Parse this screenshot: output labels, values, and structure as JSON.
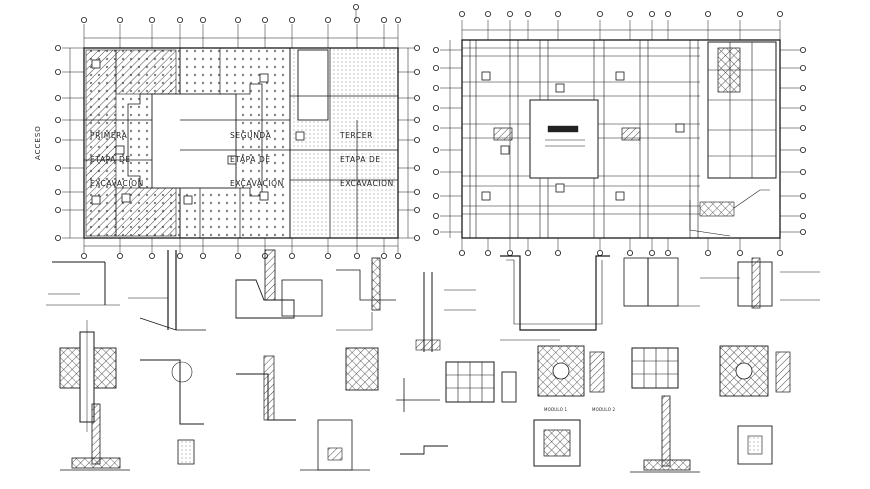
{
  "plan_left": {
    "access_label": "ACCESO",
    "stages": [
      {
        "line1": "PRIMERA",
        "line2": "ETAPA DE",
        "line3": "EXCAVACION"
      },
      {
        "line1": "SEGUNDA",
        "line2": "ETAPA DE",
        "line3": "EXCAVACION"
      },
      {
        "line1": "TERCER",
        "line2": "ETAPA DE",
        "line3": "EXCAVACION"
      }
    ]
  },
  "details": {
    "modulo_1": "MODULO 1",
    "modulo_2": "MODULO 2"
  },
  "colors": {
    "line": "#1a1a1a",
    "hatch": "#333333",
    "background": "#ffffff"
  }
}
